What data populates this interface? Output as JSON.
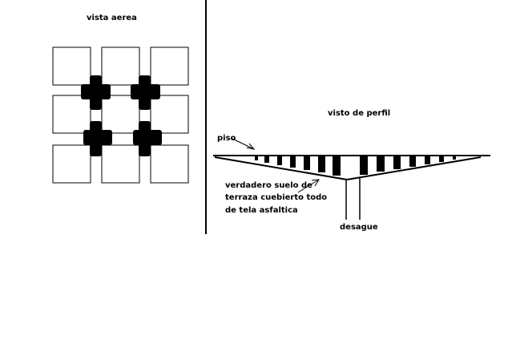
{
  "aerial": {
    "title": "vista aerea"
  },
  "profile": {
    "title": "visto de perfil",
    "floor_label": "piso",
    "surface_label_lines": [
      "verdadero suelo de",
      "terraza cuebierto todo",
      "de tela asfaltica"
    ],
    "drain_label": "desague"
  },
  "colors": {
    "ink": "#000000",
    "tile": "#ffffff",
    "background": "#ffffff"
  }
}
